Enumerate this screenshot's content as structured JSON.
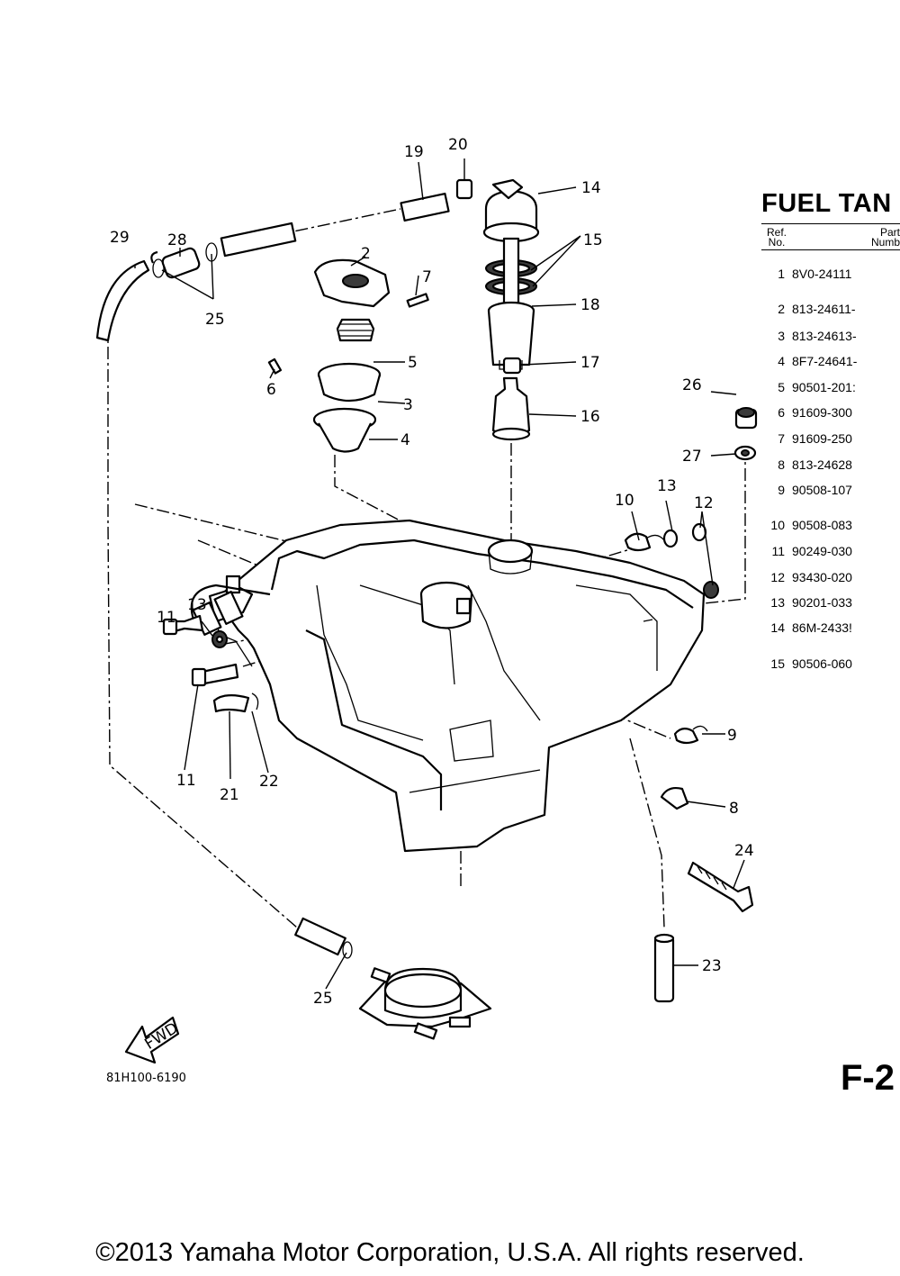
{
  "section_title": "FUEL TAN",
  "table_header": {
    "ref_line1": "Ref.",
    "ref_line2": "No.",
    "part_line1": "Part",
    "part_line2": "Numb"
  },
  "parts": [
    {
      "ref": "1",
      "part_number": "8V0-24111"
    },
    {
      "ref": "2",
      "part_number": "813-24611-"
    },
    {
      "ref": "3",
      "part_number": "813-24613-"
    },
    {
      "ref": "4",
      "part_number": "8F7-24641-"
    },
    {
      "ref": "5",
      "part_number": "90501-201:"
    },
    {
      "ref": "6",
      "part_number": "91609-300"
    },
    {
      "ref": "7",
      "part_number": "91609-250"
    },
    {
      "ref": "8",
      "part_number": "813-24628"
    },
    {
      "ref": "9",
      "part_number": "90508-107"
    },
    {
      "ref": "10",
      "part_number": "90508-083"
    },
    {
      "ref": "11",
      "part_number": "90249-030"
    },
    {
      "ref": "12",
      "part_number": "93430-020"
    },
    {
      "ref": "13",
      "part_number": "90201-033"
    },
    {
      "ref": "14",
      "part_number": "86M-2433!"
    },
    {
      "ref": "15",
      "part_number": "90506-060"
    }
  ],
  "callouts": {
    "c1": "2",
    "c2": "3",
    "c3": "4",
    "c4": "5",
    "c5": "6",
    "c6": "7",
    "c7": "8",
    "c8": "9",
    "c9": "10",
    "c10": "11",
    "c11": "11",
    "c12": "12",
    "c13": "13",
    "c14": "13",
    "c15": "14",
    "c16": "15",
    "c17": "16",
    "c18": "17",
    "c19": "18",
    "c20": "19",
    "c21": "20",
    "c22": "21",
    "c23": "22",
    "c24": "23",
    "c25": "24",
    "c26": "25",
    "c27": "25",
    "c28": "26",
    "c29": "27",
    "c30": "28",
    "c31": "29"
  },
  "fwd_label": "FWD",
  "drawing_number": "81H100-6190",
  "page_code": "F-2",
  "copyright": "©2013 Yamaha Motor Corporation, U.S.A. All rights reserved."
}
